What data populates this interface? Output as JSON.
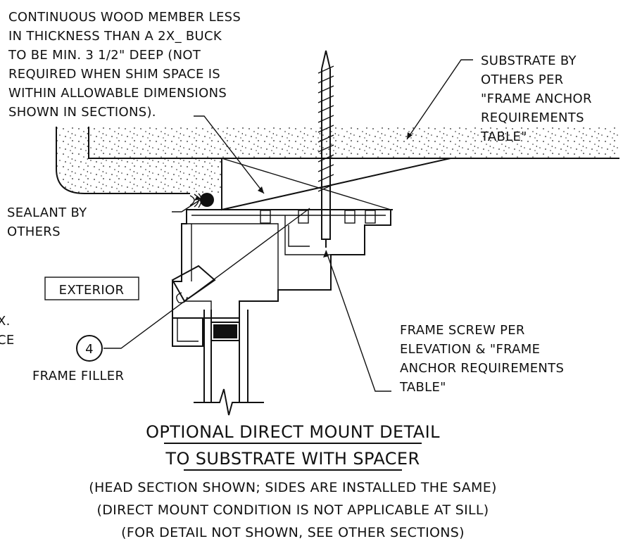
{
  "notes": {
    "wood_member": [
      "CONTINUOUS WOOD MEMBER LESS",
      "IN THICKNESS THAN A 2X_ BUCK",
      "TO BE MIN. 3 1/2\" DEEP (NOT",
      "REQUIRED WHEN SHIM SPACE IS",
      "WITHIN ALLOWABLE DIMENSIONS",
      "SHOWN IN SECTIONS)."
    ],
    "substrate": [
      "SUBSTRATE BY",
      "OTHERS PER",
      "\"FRAME ANCHOR",
      "REQUIREMENTS",
      "TABLE\""
    ],
    "sealant": [
      "SEALANT BY",
      "OTHERS"
    ],
    "exterior": "EXTERIOR",
    "left_fragment": [
      "X.",
      "CE"
    ],
    "filler_tag": "4",
    "filler": "FRAME FILLER",
    "frame_screw": [
      "FRAME SCREW PER",
      "ELEVATION & \"FRAME",
      "ANCHOR REQUIREMENTS",
      "TABLE\""
    ]
  },
  "title": {
    "line1": "OPTIONAL DIRECT MOUNT DETAIL",
    "line2": "TO SUBSTRATE WITH SPACER"
  },
  "subnotes": [
    "(HEAD SECTION SHOWN; SIDES ARE INSTALLED THE SAME)",
    "(DIRECT MOUNT CONDITION IS NOT APPLICABLE AT SILL)",
    "(FOR DETAIL NOT SHOWN, SEE OTHER SECTIONS)"
  ]
}
